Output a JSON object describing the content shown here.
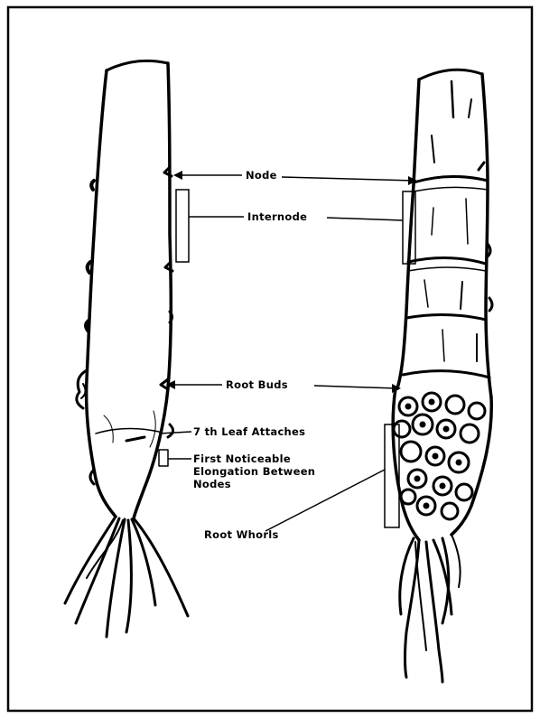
{
  "labels": {
    "node": "Node",
    "internode": "Internode",
    "root_buds": "Root Buds",
    "leaf7": "7 th Leaf Attaches",
    "first_line1": "First Noticeable",
    "first_line2": "Elongation Between",
    "first_line3": "Nodes",
    "root_whorls": "Root Whorls"
  },
  "colors": {
    "ink": "#000000",
    "paper": "#ffffff"
  }
}
